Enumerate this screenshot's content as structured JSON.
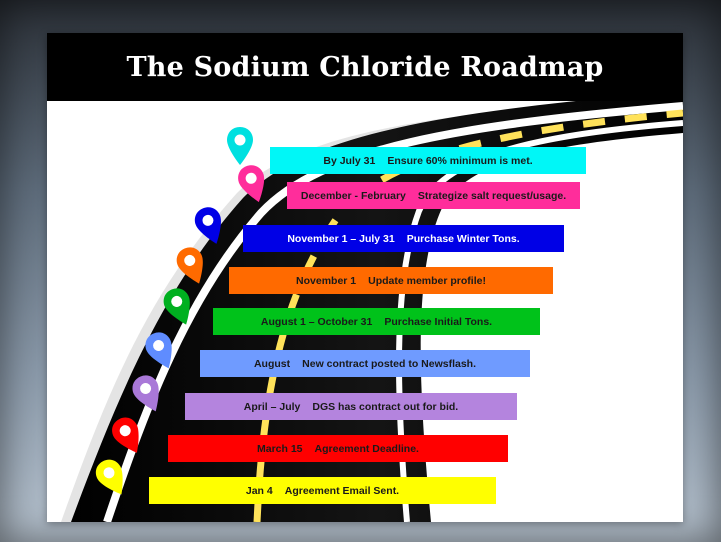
{
  "title": "The Sodium Chloride Roadmap",
  "steps": [
    {
      "date": "By July 31",
      "text": "Ensure 60% minimum is met.",
      "bg": "#00f7f7",
      "fg": "#1a1a1a"
    },
    {
      "date": "December - February",
      "text": "Strategize salt request/usage.",
      "bg": "#ff2d9b",
      "fg": "#1a1a1a"
    },
    {
      "date": "November 1 – July 31",
      "text": "Purchase Winter Tons.",
      "bg": "#0000e6",
      "fg": "#ffffff"
    },
    {
      "date": "November 1",
      "text": "Update member profile!",
      "bg": "#ff6a00",
      "fg": "#1a1a1a"
    },
    {
      "date": "August 1 – October 31",
      "text": "Purchase Initial Tons.",
      "bg": "#00c21a",
      "fg": "#1a1a1a"
    },
    {
      "date": "August",
      "text": "New contract posted to Newsflash.",
      "bg": "#6f9bff",
      "fg": "#1a1a1a"
    },
    {
      "date": "April – July",
      "text": "DGS has contract out for bid.",
      "bg": "#b484de",
      "fg": "#1a1a1a"
    },
    {
      "date": "March 15",
      "text": "Agreement Deadline.",
      "bg": "#ff0000",
      "fg": "#1a1a1a"
    },
    {
      "date": "Jan 4",
      "text": "Agreement Email Sent.",
      "bg": "#ffff00",
      "fg": "#1a1a1a"
    }
  ],
  "pins": [
    {
      "color": "#00e0e0",
      "icon": "map-pin-icon"
    },
    {
      "color": "#ff2d9b",
      "icon": "map-pin-icon"
    },
    {
      "color": "#0000e6",
      "icon": "map-pin-icon"
    },
    {
      "color": "#ff6a00",
      "icon": "map-pin-icon"
    },
    {
      "color": "#00b020",
      "icon": "map-pin-icon"
    },
    {
      "color": "#5f8cff",
      "icon": "map-pin-icon"
    },
    {
      "color": "#a978d8",
      "icon": "map-pin-icon"
    },
    {
      "color": "#ff0000",
      "icon": "map-pin-icon"
    },
    {
      "color": "#ffff00",
      "icon": "map-pin-icon"
    }
  ],
  "colors": {
    "road": "#050505",
    "road_edge_line": "#ffffff",
    "road_center_line": "#ffe25a",
    "title_bar": "#000000"
  }
}
